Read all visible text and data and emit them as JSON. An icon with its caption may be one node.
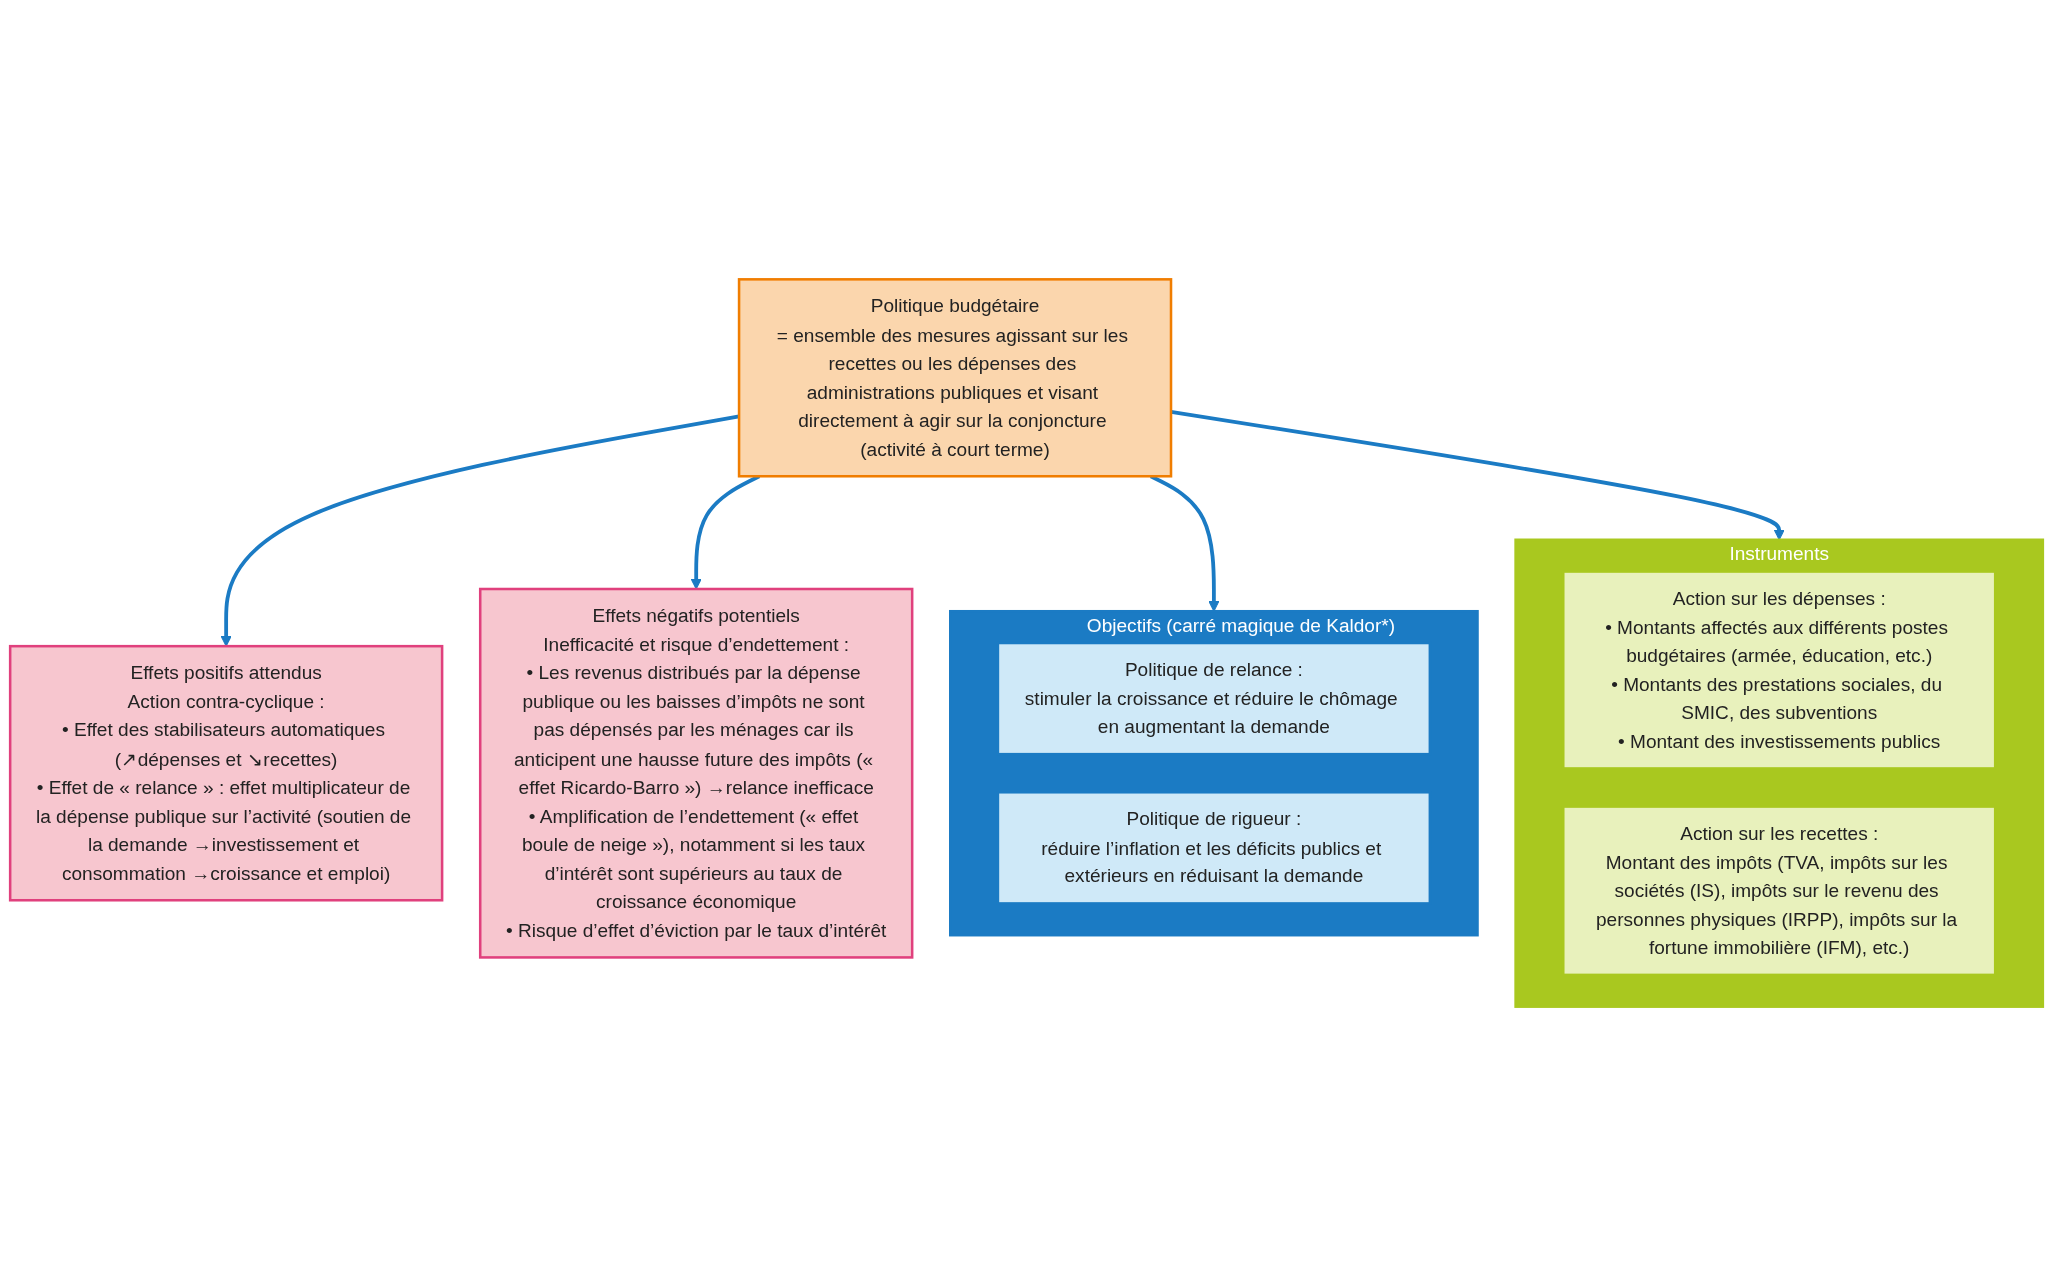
{
  "diagram": {
    "nodes": [
      {
        "text": [
          "Politique budgétaire",
          "= ensemble des mesures agissant sur les recettes ou les dépenses des administrations publiques et visant directement à agir sur la conjoncture (activité à court terme)"
        ]
      },
      {
        "text": [
          "Objectifs (carré magique de Kaldor*)"
        ]
      },
      {
        "text": [
          "Politique de relance :",
          "stimuler la croissance et réduire le chômage en augmentant la demande"
        ],
        "in": 1
      },
      {
        "text": [
          "Politique de rigueur :",
          "réduire l’inflation et les déficits publics et extérieurs en réduisant la demande"
        ],
        "in": 1
      },
      {
        "text": [
          "Instruments"
        ]
      },
      {
        "text": [
          "Action sur les dépenses :",
          "• Montants affectés aux différents postes budgétaires (armée, éducation, etc.)",
          "• Montants des prestations sociales, du SMIC, des subventions",
          "• Montant des investissements publics"
        ],
        "in": 4
      },
      {
        "text": [
          "Action sur les recettes :",
          "Montant des impôts (TVA, impôts sur les sociétés (IS), impôts sur le revenu des personnes physiques (IRPP), impôts sur la fortune immobilière (IFM), etc.)"
        ],
        "in": 4
      },
      {
        "text": [
          "Effets positifs attendus",
          "Action contra-cyclique :",
          "• Effet des stabilisateurs automatiques (↗dépenses et ↘recettes)",
          "• Effet de « relance » : effet multiplicateur de la dépense publique sur l’activité (soutien de la demande →investissement et consommation →croissance et emploi)"
        ]
      },
      {
        "text": [
          "Effets négatifs potentiels",
          "Inefficacité et risque d’endettement :",
          "• Les revenus distribués par la dépense publique ou les baisses d’impôts ne sont pas dépensés par les ménages car ils anticipent une hausse future des impôts (« effet Ricardo-Barro ») →relance inefficace",
          "• Amplification de l’endettement (« effet boule de neige »), notamment si les taux d’intérêt sont supérieurs au taux de croissance économique",
          "• Risque d’effet d’éviction par le taux d’intérêt"
        ]
      }
    ],
    "edges": [
      {
        "from": 0,
        "to": 1,
        "arrow": "to"
      },
      {
        "from": 0,
        "to": 4,
        "arrow": "to"
      },
      {
        "from": 0,
        "to": 7,
        "arrow": "to"
      },
      {
        "from": 0,
        "to": 8,
        "arrow": "to"
      }
    ]
  }
}
